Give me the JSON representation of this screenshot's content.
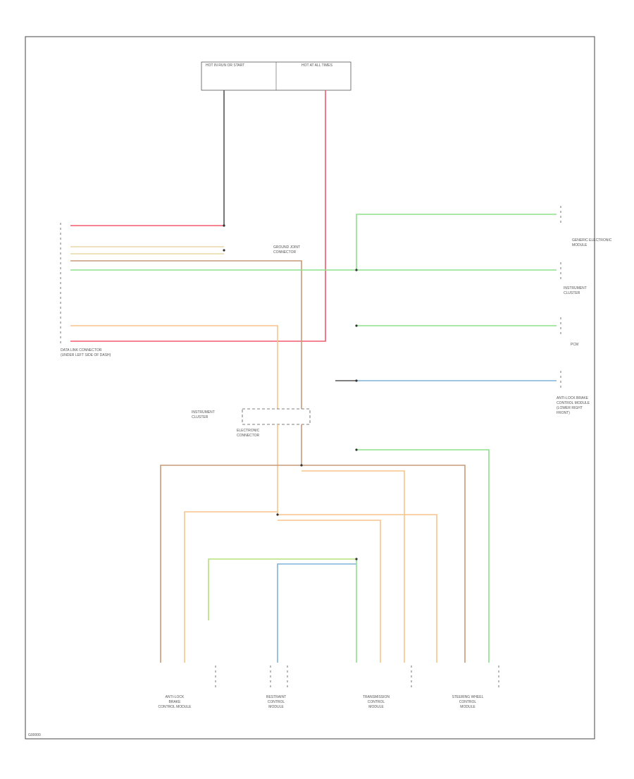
{
  "colors": {
    "red": "#f25a6e",
    "green": "#8ee08a",
    "orange": "#f7c48a",
    "brown": "#c79a7a",
    "blue": "#7fb2d8",
    "black": "#555555",
    "tan": "#e8d9a6",
    "yellowgreen": "#b6e07a"
  },
  "labels": {
    "fuse_box_left": "HOT IN RUN OR START",
    "fuse_box_right": "HOT AT ALL TIMES",
    "dlc_label_1": "DATA LINK CONNECTOR",
    "dlc_label_2": "(UNDER LEFT SIDE OF DASH)",
    "splice_label_1": "GROUND JOINT",
    "splice_label_2": "CONNECTOR",
    "right_top_1": "GENERIC ELECTRONIC",
    "right_top_2": "MODULE",
    "right_mid_1": "INSTRUMENT",
    "right_mid_2": "CLUSTER",
    "right_low": "PCM",
    "right_bottom_1": "ANTI-LOCK BRAKE",
    "right_bottom_2": "CONTROL MODULE",
    "right_bottom_3": "(LOWER RIGHT",
    "right_bottom_4": "FRONT)",
    "center_left_1": "INSTRUMENT",
    "center_left_2": "CLUSTER",
    "center_conn_1": "ELECTRONIC",
    "center_conn_2": "CONNECTOR",
    "bottom_1_a": "ANTI-LOCK",
    "bottom_1_b": "BRAKE",
    "bottom_1_c": "CONTROL MODULE",
    "bottom_2_a": "RESTRAINT",
    "bottom_2_b": "CONTROL",
    "bottom_2_c": "MODULE",
    "bottom_3_a": "TRANSMISSION",
    "bottom_3_b": "CONTROL",
    "bottom_3_c": "MODULE",
    "bottom_4_a": "STEERING WHEEL",
    "bottom_4_b": "CONTROL",
    "bottom_4_c": "MODULE",
    "footer_id": "G00000"
  }
}
